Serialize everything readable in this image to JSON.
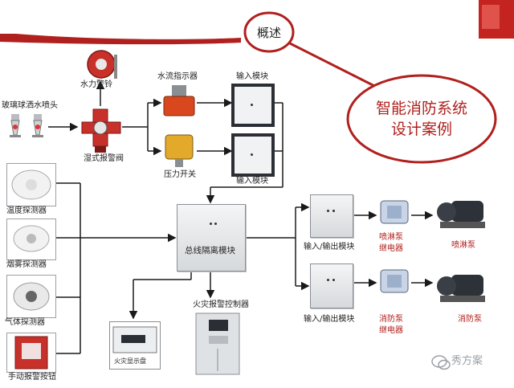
{
  "header": {
    "overview": "概述",
    "callout_line1": "智能消防系统",
    "callout_line2": "设计案例"
  },
  "devices": {
    "sprinkler": "玻璃球洒水喷头",
    "water_bell": "水力警铃",
    "wet_alarm_valve": "湿式报警阀",
    "flow_indicator": "水流指示器",
    "pressure_switch": "压力开关",
    "input_module_1": "输入模块",
    "input_module_2": "输入模块",
    "temp_detector": "温度探测器",
    "smoke_detector": "烟雾探测器",
    "gas_detector": "气体探测器",
    "manual_alarm": "手动报警按钮",
    "bus_isolator": "总线隔离模块",
    "alarm_controller": "火灾报警控制器",
    "fire_display_screen": "火灾显示盘",
    "io_module_1": "输入/输出模块",
    "io_module_2": "输入/输出模块",
    "spray_pump_relay_l1": "喷淋泵",
    "spray_pump_relay_l2": "继电器",
    "fire_pump_relay_l1": "消防泵",
    "fire_pump_relay_l2": "继电器",
    "spray_pump": "喷淋泵",
    "fire_pump": "消防泵"
  },
  "watermark": "秀方案",
  "colors": {
    "accent_red": "#b0201e",
    "line": "#1a1a1a"
  }
}
